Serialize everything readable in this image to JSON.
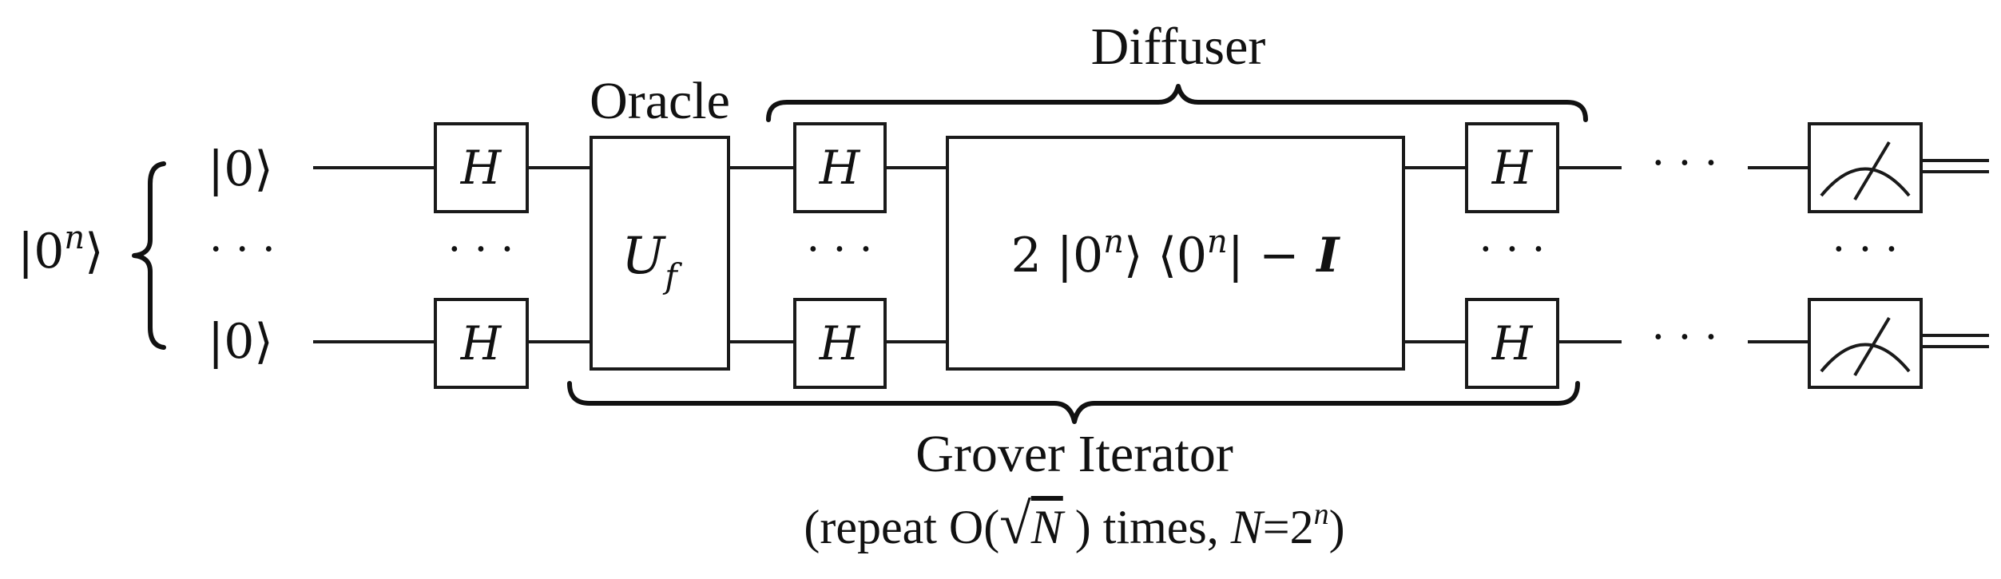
{
  "register": {
    "label_prefix": "|0",
    "label_exp": "n",
    "label_suffix": "⟩"
  },
  "qubits": {
    "top": "|0⟩",
    "dots": "· · ·",
    "bottom": "|0⟩"
  },
  "gates": {
    "hadamard": "H",
    "oracle_main": "U",
    "oracle_sub": "f",
    "diffuser_op": {
      "part1": "2 |0",
      "exp1": "n",
      "part2": "⟩ ⟨0",
      "exp2": "n",
      "part3": "| −",
      "identity": "I"
    },
    "dots": "· · ·"
  },
  "labels": {
    "oracle": "Oracle",
    "diffuser": "Diffuser",
    "grover_iterator": "Grover Iterator",
    "repeat": {
      "prefix": "(repeat O(",
      "sqrt_symbol": "√",
      "sqrt_arg": "N",
      "middle": " ) times, ",
      "n_var": "N",
      "equals": "=2",
      "exp": "n",
      "suffix": ")"
    }
  },
  "ellipsis": "· · ·"
}
